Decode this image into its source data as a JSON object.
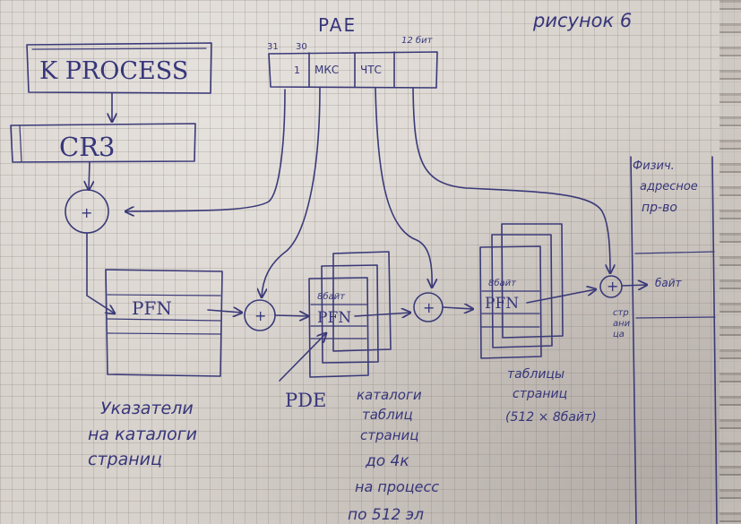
{
  "figure": {
    "caption": "рисунок 6",
    "pae_label": "PAE",
    "bits": {
      "b31": "31",
      "b30": "30",
      "b12": "12 бит"
    },
    "fields": [
      "1",
      "МКС",
      "ЧТС"
    ],
    "kprocess": "K PROCESS",
    "cr3": "CR3",
    "pfn": "PFN",
    "eight_bytes": "8байт",
    "pde": "PDE",
    "phys_memory": [
      "Физич.",
      "адресное",
      "пр-во"
    ],
    "byte_label": "байт",
    "page_label": [
      "стр",
      "ани",
      "ца"
    ],
    "dir_pointers": [
      "Указатели",
      "на каталоги",
      "страниц"
    ],
    "page_dirs": [
      "каталоги",
      "таблиц",
      "страниц",
      "до 4к",
      "на процесс",
      "по 512 эл"
    ],
    "page_tables": [
      "таблицы",
      "страниц",
      "(512 × 8байт)"
    ],
    "plus": "+"
  }
}
